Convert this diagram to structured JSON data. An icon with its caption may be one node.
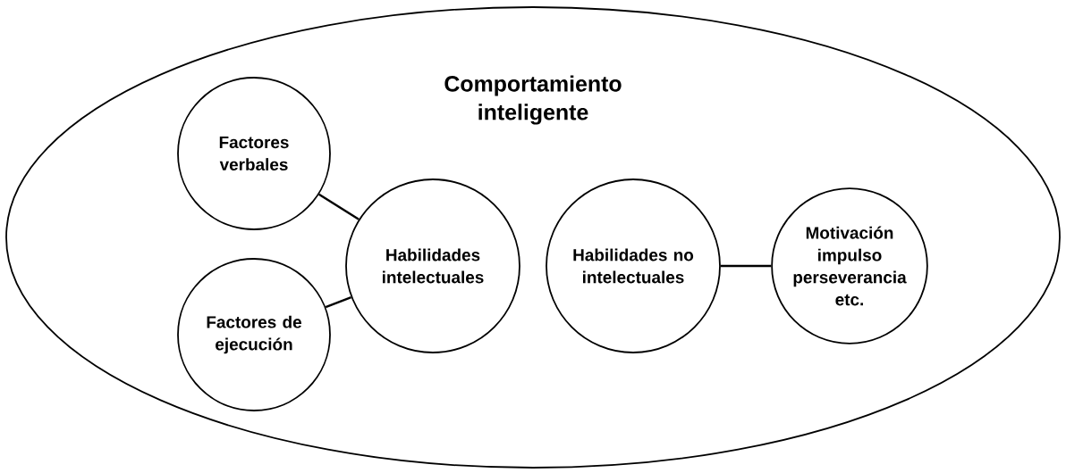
{
  "diagram": {
    "nodes": [
      {
        "text": [
          "Comportamiento inteligente"
        ]
      },
      {
        "text": [
          "Factores verbales"
        ],
        "in": 0
      },
      {
        "text": [
          "Factores de ejecución"
        ],
        "in": 0
      },
      {
        "text": [
          "Habilidades intelectuales"
        ],
        "in": 0
      },
      {
        "text": [
          "Habilidades no intelectuales"
        ],
        "in": 0
      },
      {
        "text": [
          "Motivación impulso perseverancia etc."
        ],
        "in": 0
      }
    ],
    "edges": [
      {
        "from": 1,
        "to": 3,
        "arrow": "none"
      },
      {
        "from": 2,
        "to": 3,
        "arrow": "none"
      },
      {
        "from": 4,
        "to": 5,
        "arrow": "none"
      }
    ]
  }
}
